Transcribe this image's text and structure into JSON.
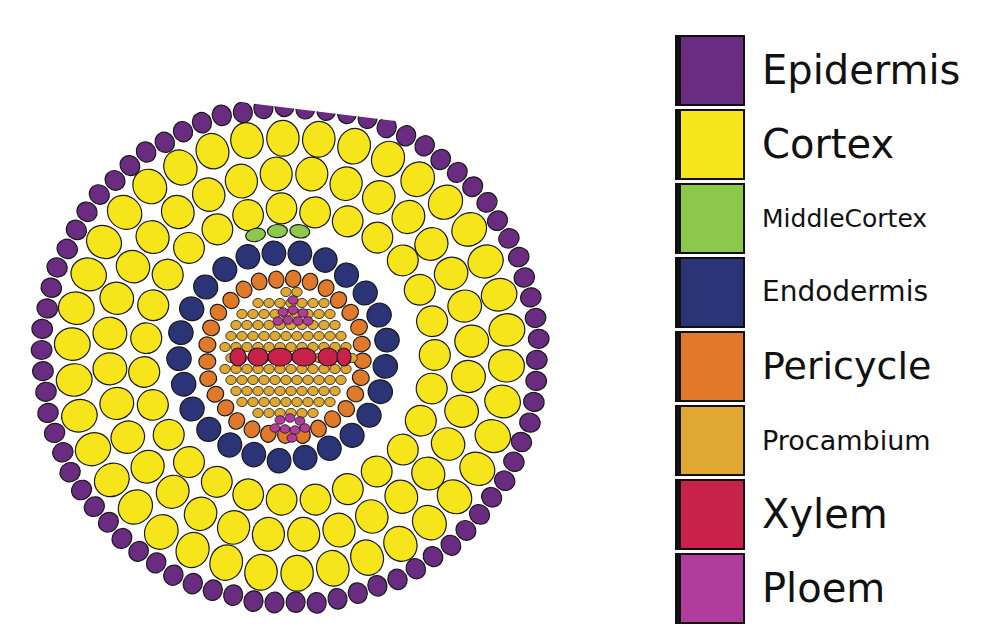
{
  "diagram": {
    "legend": [
      {
        "text": "Epidermis",
        "color": "#6a2c80"
      },
      {
        "text": "Cortex",
        "color": "#f7e51b"
      },
      {
        "text": "MiddleCortex",
        "color": "#8cc84b"
      },
      {
        "text": "Endodermis",
        "color": "#2a3476"
      },
      {
        "text": "Pericycle",
        "color": "#e07a2a"
      },
      {
        "text": "Procambium",
        "color": "#e0a831"
      },
      {
        "text": "Xylem",
        "color": "#c8224b"
      },
      {
        "text": "Ploem",
        "color": "#b03c9c"
      }
    ]
  }
}
